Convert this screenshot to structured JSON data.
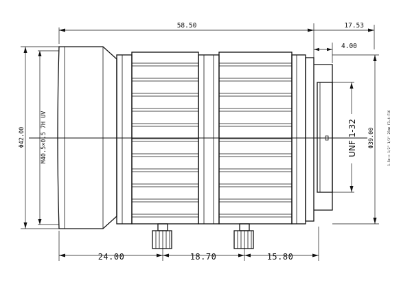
{
  "dimensions": {
    "overall_length": "58.50",
    "rear_protrusion": "17.53",
    "flange_step": "4.00",
    "front_diameter": "Φ42.00",
    "mount_thread": "M40.5×0.5 7H  UV",
    "rear_diameter": "Φ39.00",
    "rear_thread": "UNF 1-32",
    "front_barrel_length": "24.00",
    "focus_ring_length": "18.70",
    "iris_ring_length": "15.80"
  },
  "side_label": "1.5m-∞ 1/2\" 1/3\" 25mm F1.4-F16"
}
